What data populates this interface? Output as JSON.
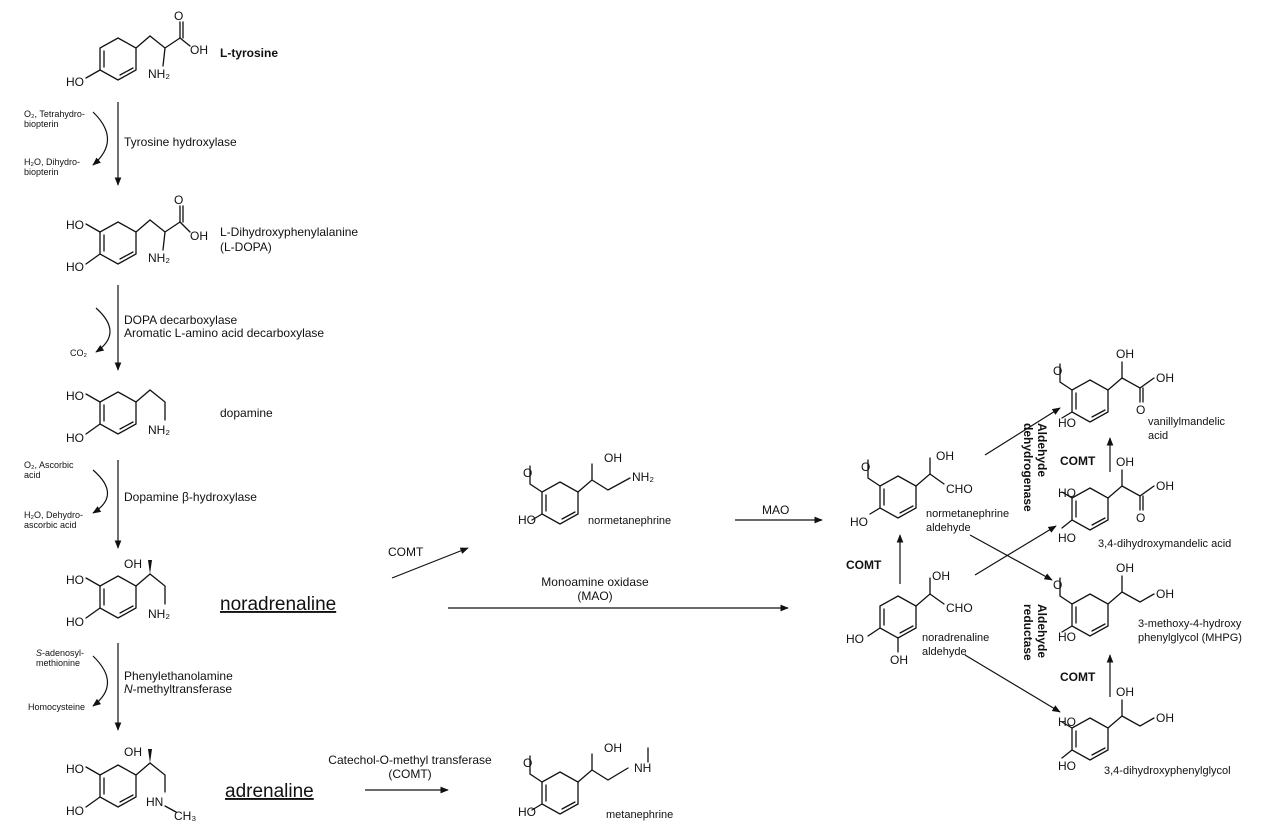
{
  "compounds": {
    "tyrosine": "L-tyrosine",
    "ldopa_1": "L-Dihydroxyphenylalanine",
    "ldopa_2": "(L-DOPA)",
    "dopamine": "dopamine",
    "noradrenaline": "noradrenaline",
    "adrenaline": "adrenaline",
    "normetanephrine": "normetanephrine",
    "metanephrine": "metanephrine",
    "norm_ald_1": "normetanephrine",
    "norm_ald_2": "aldehyde",
    "norad_ald_1": "noradrenaline",
    "norad_ald_2": "aldehyde",
    "vma_1": "vanillylmandelic",
    "vma_2": "acid",
    "dhma": "3,4-dihydroxymandelic acid",
    "mhpg_1": "3-methoxy-4-hydroxy",
    "mhpg_2": "phenylglycol (MHPG)",
    "dhpg": "3,4-dihydroxyphenylglycol"
  },
  "enzymes": {
    "th": "Tyrosine hydroxylase",
    "ddc_1": "DOPA decarboxylase",
    "ddc_2": "Aromatic L-amino acid decarboxylase",
    "dbh": "Dopamine β-hydroxylase",
    "pnmt_1": "Phenylethanolamine",
    "pnmt_2": "N-methyltransferase",
    "comt": "COMT",
    "mao": "MAO",
    "mao_full_1": "Monoamine oxidase",
    "mao_full_2": "(MAO)",
    "comt_full_1": "Catechol-O-methyl transferase",
    "comt_full_2": "(COMT)",
    "ald_dh_1": "Aldehyde",
    "ald_dh_2": "dehydrogenase",
    "ald_red_1": "Aldehyde",
    "ald_red_2": "reductase"
  },
  "cofactors": {
    "o2_thb_1": "O₂, Tetrahydro-",
    "o2_thb_2": "biopterin",
    "h2o_dhb_1": "H₂O, Dihydro-",
    "h2o_dhb_2": "biopterin",
    "co2": "CO₂",
    "o2_asc_1": "O₂, Ascorbic",
    "o2_asc_2": "acid",
    "h2o_dasc_1": "H₂O, Dehydro-",
    "h2o_dasc_2": "ascorbic acid",
    "sam_1": "S-adenosyl-",
    "sam_2": "methionine",
    "homocys": "Homocysteine"
  },
  "atoms": {
    "ho": "HO",
    "oh": "OH",
    "o": "O",
    "nh2": "NH₂",
    "nh": "NH",
    "hn": "HN",
    "ch3": "CH₃",
    "cho": "CHO"
  }
}
